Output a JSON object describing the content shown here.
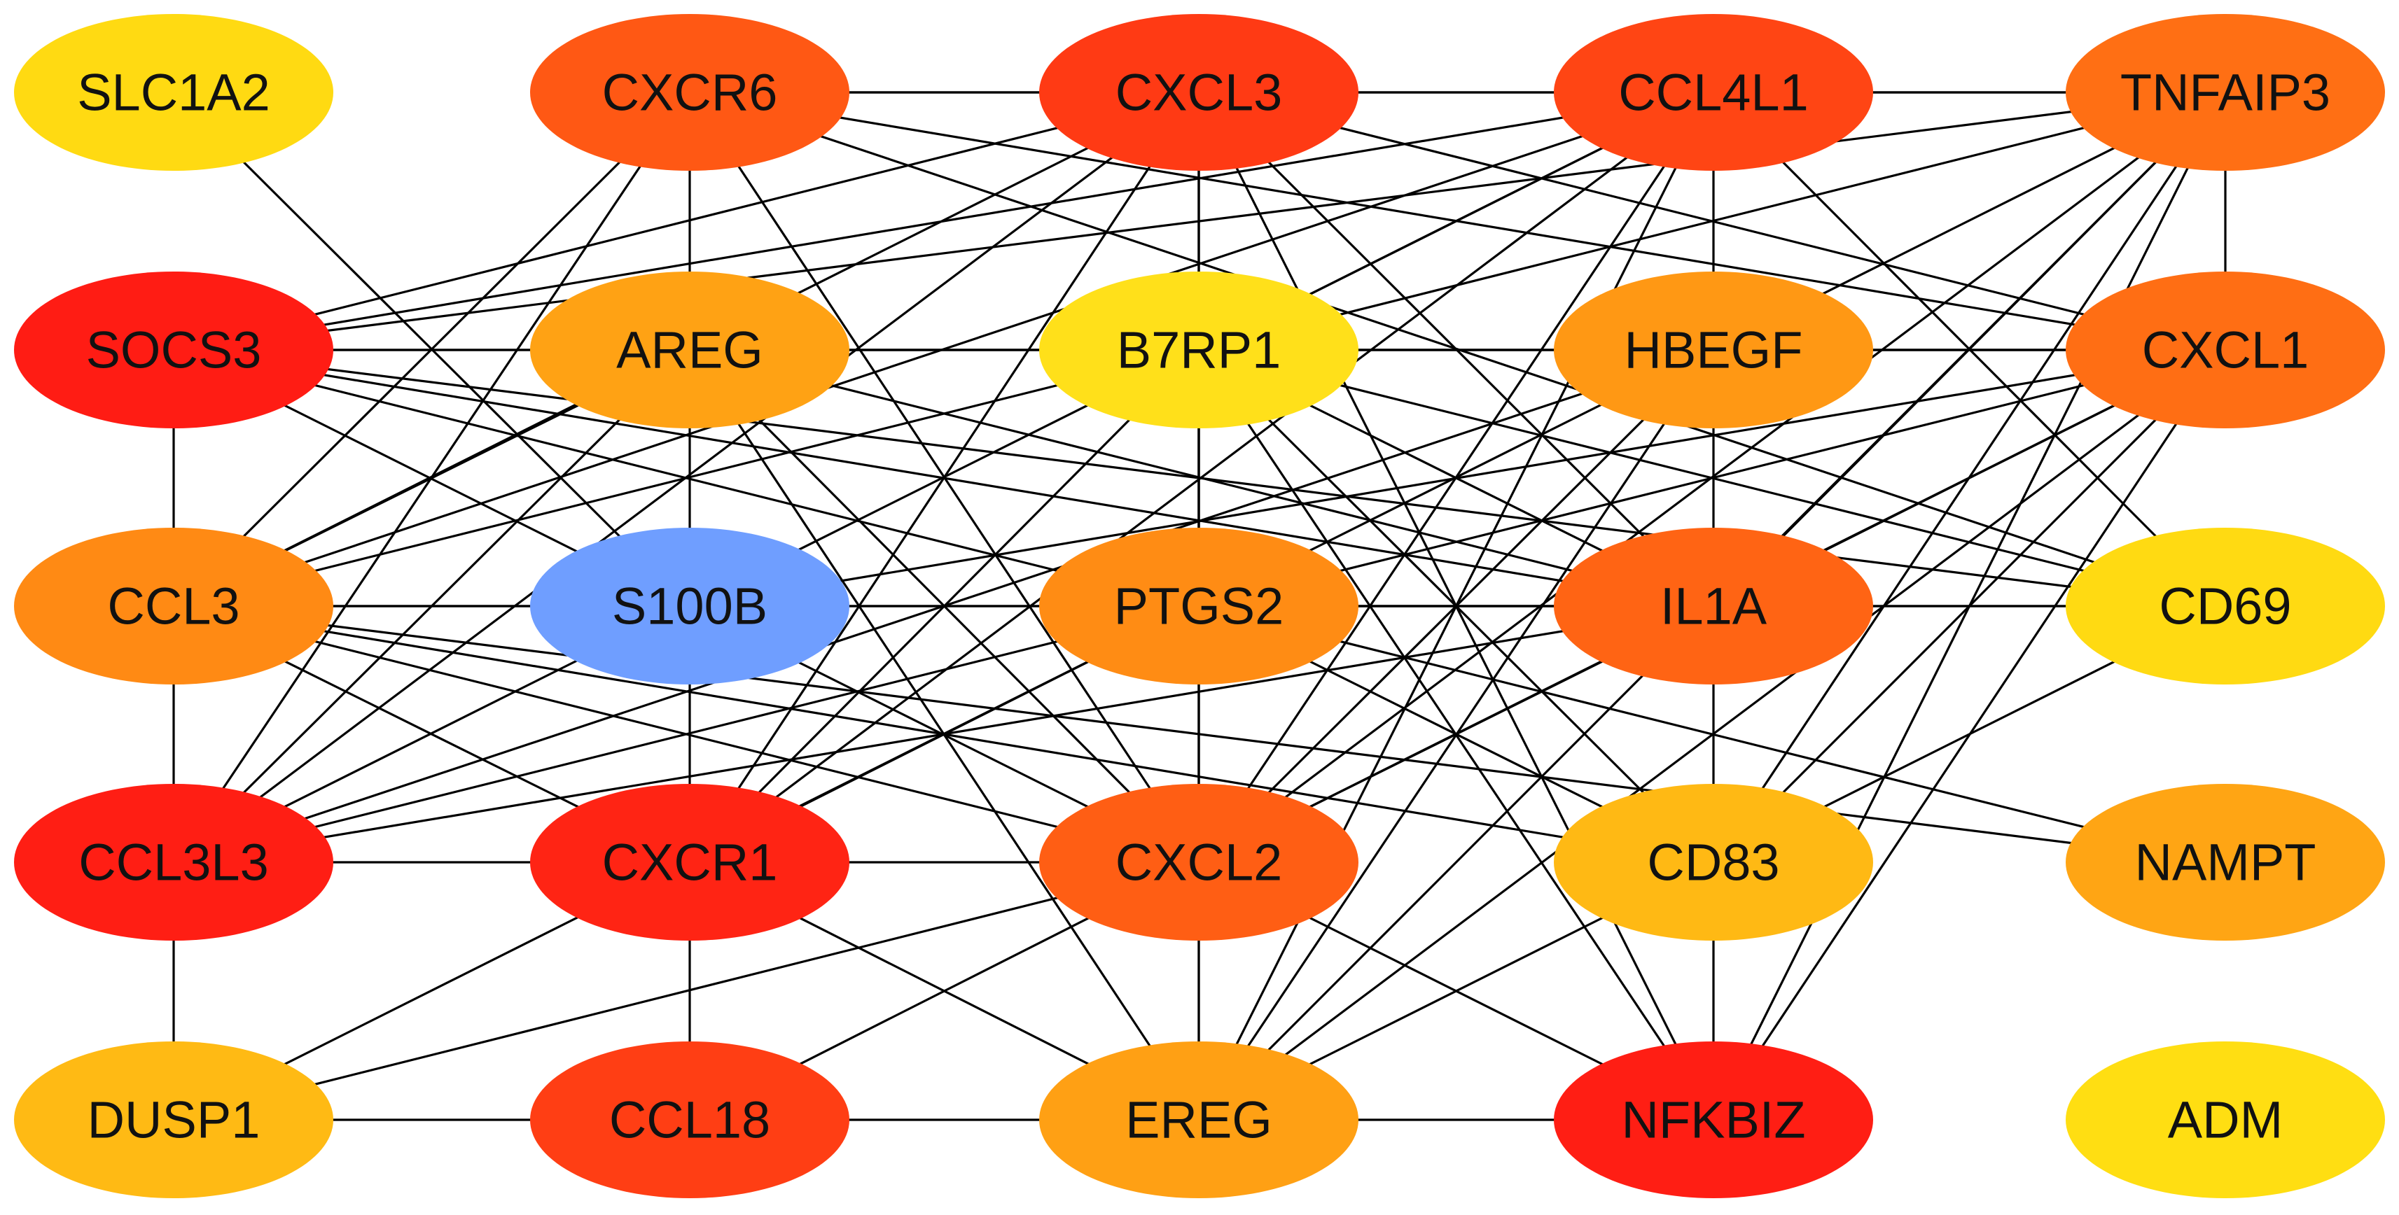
{
  "nodes": [
    {
      "id": "SLC1A2",
      "label": "SLC1A2",
      "color": "#FFDA12"
    },
    {
      "id": "CXCR6",
      "label": "CXCR6",
      "color": "#FF5814"
    },
    {
      "id": "CXCL3",
      "label": "CXCL3",
      "color": "#FF3A14"
    },
    {
      "id": "CCL4L1",
      "label": "CCL4L1",
      "color": "#FF4514"
    },
    {
      "id": "TNFAIP3",
      "label": "TNFAIP3",
      "color": "#FF6F14"
    },
    {
      "id": "SOCS3",
      "label": "SOCS3",
      "color": "#FF1C14"
    },
    {
      "id": "AREG",
      "label": "AREG",
      "color": "#FFA214"
    },
    {
      "id": "B7RP1",
      "label": "B7RP1",
      "color": "#FFE01A"
    },
    {
      "id": "HBEGF",
      "label": "HBEGF",
      "color": "#FF9814"
    },
    {
      "id": "CXCL1",
      "label": "CXCL1",
      "color": "#FF6E14"
    },
    {
      "id": "CCL3",
      "label": "CCL3",
      "color": "#FF8A14"
    },
    {
      "id": "S100B",
      "label": "S100B",
      "color": "#6F9EFF"
    },
    {
      "id": "PTGS2",
      "label": "PTGS2",
      "color": "#FF8C14"
    },
    {
      "id": "IL1A",
      "label": "IL1A",
      "color": "#FF6414"
    },
    {
      "id": "CD69",
      "label": "CD69",
      "color": "#FFDA12"
    },
    {
      "id": "CCL3L3",
      "label": "CCL3L3",
      "color": "#FF1E14"
    },
    {
      "id": "CXCR1",
      "label": "CXCR1",
      "color": "#FF2414"
    },
    {
      "id": "CXCL2",
      "label": "CXCL2",
      "color": "#FF5E14"
    },
    {
      "id": "CD83",
      "label": "CD83",
      "color": "#FFB914"
    },
    {
      "id": "NAMPT",
      "label": "NAMPT",
      "color": "#FFA514"
    },
    {
      "id": "DUSP1",
      "label": "DUSP1",
      "color": "#FFBA14"
    },
    {
      "id": "CCL18",
      "label": "CCL18",
      "color": "#FF3E14"
    },
    {
      "id": "EREG",
      "label": "EREG",
      "color": "#FFA014"
    },
    {
      "id": "NFKBIZ",
      "label": "NFKBIZ",
      "color": "#FF1E14"
    },
    {
      "id": "ADM",
      "label": "ADM",
      "color": "#FFDE12"
    }
  ],
  "edges": [
    [
      "SLC1A2",
      "S100B"
    ],
    [
      "CXCR6",
      "CXCL3"
    ],
    [
      "CXCR6",
      "TNFAIP3"
    ],
    [
      "CXCR6",
      "AREG"
    ],
    [
      "CXCR6",
      "CCL3"
    ],
    [
      "CXCR6",
      "CCL3L3"
    ],
    [
      "CXCR6",
      "CXCL2"
    ],
    [
      "CXCR6",
      "CXCL1"
    ],
    [
      "CXCR6",
      "CD69"
    ],
    [
      "CXCL3",
      "CCL4L1"
    ],
    [
      "CXCL3",
      "SOCS3"
    ],
    [
      "CXCL3",
      "CCL3"
    ],
    [
      "CXCL3",
      "CCL3L3"
    ],
    [
      "CXCL3",
      "CXCR1"
    ],
    [
      "CXCL3",
      "PTGS2"
    ],
    [
      "CXCL3",
      "CXCL2"
    ],
    [
      "CXCL3",
      "EREG"
    ],
    [
      "CXCL3",
      "IL1A"
    ],
    [
      "CXCL3",
      "CXCL1"
    ],
    [
      "CXCL3",
      "NFKBIZ"
    ],
    [
      "CCL4L1",
      "TNFAIP3"
    ],
    [
      "CCL4L1",
      "SOCS3"
    ],
    [
      "CCL4L1",
      "CCL3"
    ],
    [
      "CCL4L1",
      "CCL3L3"
    ],
    [
      "CCL4L1",
      "B7RP1"
    ],
    [
      "CCL4L1",
      "HBEGF"
    ],
    [
      "CCL4L1",
      "CXCR1"
    ],
    [
      "CCL4L1",
      "CXCL2"
    ],
    [
      "CCL4L1",
      "EREG"
    ],
    [
      "CCL4L1",
      "CD69"
    ],
    [
      "TNFAIP3",
      "CXCL1"
    ],
    [
      "TNFAIP3",
      "SOCS3"
    ],
    [
      "TNFAIP3",
      "B7RP1"
    ],
    [
      "TNFAIP3",
      "PTGS2"
    ],
    [
      "TNFAIP3",
      "CXCL2"
    ],
    [
      "TNFAIP3",
      "CD83"
    ],
    [
      "TNFAIP3",
      "NFKBIZ"
    ],
    [
      "TNFAIP3",
      "EREG"
    ],
    [
      "TNFAIP3",
      "IL1A"
    ],
    [
      "SOCS3",
      "AREG"
    ],
    [
      "SOCS3",
      "CCL3"
    ],
    [
      "SOCS3",
      "IL1A"
    ],
    [
      "SOCS3",
      "CD69"
    ],
    [
      "SOCS3",
      "CXCL2"
    ],
    [
      "SOCS3",
      "PTGS2"
    ],
    [
      "SOCS3",
      "CXCL1"
    ],
    [
      "AREG",
      "B7RP1"
    ],
    [
      "AREG",
      "S100B"
    ],
    [
      "AREG",
      "CCL3"
    ],
    [
      "AREG",
      "CCL3L3"
    ],
    [
      "AREG",
      "CXCL2"
    ],
    [
      "AREG",
      "EREG"
    ],
    [
      "AREG",
      "CXCL1"
    ],
    [
      "AREG",
      "IL1A"
    ],
    [
      "B7RP1",
      "HBEGF"
    ],
    [
      "B7RP1",
      "PTGS2"
    ],
    [
      "B7RP1",
      "IL1A"
    ],
    [
      "B7RP1",
      "CD83"
    ],
    [
      "B7RP1",
      "CXCR1"
    ],
    [
      "B7RP1",
      "CCL3"
    ],
    [
      "B7RP1",
      "NFKBIZ"
    ],
    [
      "B7RP1",
      "CD69"
    ],
    [
      "HBEGF",
      "CXCL1"
    ],
    [
      "HBEGF",
      "IL1A"
    ],
    [
      "HBEGF",
      "CXCL2"
    ],
    [
      "HBEGF",
      "EREG"
    ],
    [
      "HBEGF",
      "CCL3L3"
    ],
    [
      "CXCL1",
      "IL1A"
    ],
    [
      "CXCL1",
      "CXCL2"
    ],
    [
      "CXCL1",
      "PTGS2"
    ],
    [
      "CXCL1",
      "S100B"
    ],
    [
      "CXCL1",
      "CD83"
    ],
    [
      "CXCL1",
      "NFKBIZ"
    ],
    [
      "CXCL1",
      "EREG"
    ],
    [
      "CCL3",
      "S100B"
    ],
    [
      "CCL3",
      "CCL3L3"
    ],
    [
      "CCL3",
      "CXCR1"
    ],
    [
      "CCL3",
      "CXCL2"
    ],
    [
      "CCL3",
      "IL1A"
    ],
    [
      "CCL3",
      "CD83"
    ],
    [
      "CCL3",
      "NAMPT"
    ],
    [
      "S100B",
      "PTGS2"
    ],
    [
      "S100B",
      "CXCR1"
    ],
    [
      "PTGS2",
      "IL1A"
    ],
    [
      "PTGS2",
      "CXCL2"
    ],
    [
      "PTGS2",
      "CXCR1"
    ],
    [
      "PTGS2",
      "CD83"
    ],
    [
      "PTGS2",
      "CD69"
    ],
    [
      "PTGS2",
      "NAMPT"
    ],
    [
      "IL1A",
      "CD69"
    ],
    [
      "IL1A",
      "CD83"
    ],
    [
      "IL1A",
      "CXCL2"
    ],
    [
      "IL1A",
      "CCL3L3"
    ],
    [
      "CD69",
      "CD83"
    ],
    [
      "CCL3L3",
      "CXCR1"
    ],
    [
      "CCL3L3",
      "DUSP1"
    ],
    [
      "CCL3L3",
      "PTGS2"
    ],
    [
      "CXCR1",
      "CXCL2"
    ],
    [
      "CXCR1",
      "CCL18"
    ],
    [
      "CXCR1",
      "EREG"
    ],
    [
      "CXCL2",
      "EREG"
    ],
    [
      "CXCL2",
      "CCL18"
    ],
    [
      "CXCL2",
      "DUSP1"
    ],
    [
      "CXCL2",
      "NFKBIZ"
    ],
    [
      "CD83",
      "NFKBIZ"
    ],
    [
      "CD83",
      "EREG"
    ],
    [
      "DUSP1",
      "CCL18"
    ],
    [
      "DUSP1",
      "PTGS2"
    ],
    [
      "CCL18",
      "EREG"
    ],
    [
      "EREG",
      "NFKBIZ"
    ]
  ]
}
